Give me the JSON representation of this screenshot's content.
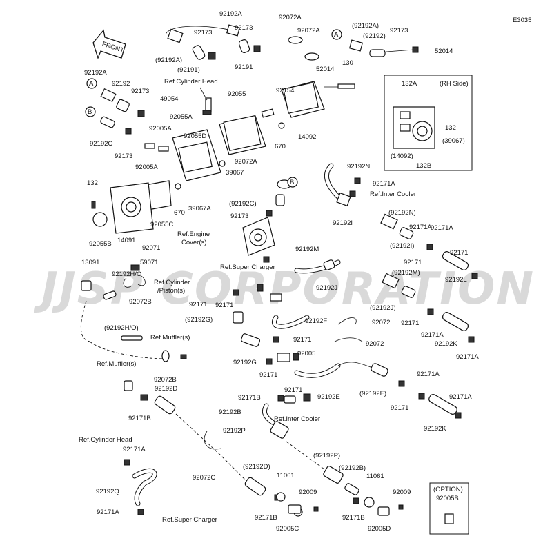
{
  "diagram_code": "E3035",
  "watermark": "JJSP CORPORATION",
  "front_label": "FRONT",
  "rh_side_box": {
    "title": "(RH Side)",
    "labels": [
      "132A",
      "132",
      "(39067)",
      "(14092)",
      "132B"
    ]
  },
  "option_box": {
    "title": "(OPTION)",
    "part": "92005B"
  },
  "callout_letters": [
    "A",
    "B"
  ],
  "refs": {
    "cyl_head_top": "Ref.Cylinder Head",
    "inter_cooler_1": "Ref.Inter Cooler",
    "engine_cover_1": "Ref.Engine",
    "engine_cover_2": "Cover(s)",
    "super_charger_1": "Ref.Super Charger",
    "cyl_piston_1": "Ref.Cylinder",
    "cyl_piston_2": "/Piston(s)",
    "muffler_1": "Ref.Muffler(s)",
    "muffler_2": "Ref.Muffler(s)",
    "inter_cooler_2": "Ref.Inter Cooler",
    "cyl_head_bottom": "Ref.Cylinder Head",
    "super_charger_2": "Ref.Super Charger"
  },
  "part_labels": [
    "92192A",
    "(92192A)",
    "92173",
    "(92191)",
    "92191",
    "92173",
    "92072A",
    "92072A",
    "(92192A)",
    "(92192)",
    "92173",
    "52014",
    "52014",
    "130",
    "92192A",
    "92192",
    "92173",
    "49054",
    "92055",
    "92154",
    "92055A",
    "92192C",
    "92173",
    "92005A",
    "92005A",
    "92055D",
    "670",
    "14092",
    "132",
    "14091",
    "670",
    "39067A",
    "92055C",
    "92055B",
    "92072A",
    "39067",
    "(92192C)",
    "92173",
    "92192N",
    "92171A",
    "92192I",
    "(92192N)",
    "92171A",
    "(92192I)",
    "92171",
    "92171A",
    "92192L",
    "92171",
    "92192M",
    "(92192M)",
    "13091",
    "92192H/O",
    "59071",
    "92071",
    "92072B",
    "92171",
    "92192J",
    "(92192J)",
    "92171",
    "92171A",
    "92171",
    "(92192G)",
    "92192F",
    "92072",
    "92072",
    "92171",
    "92192K",
    "92171A",
    "(92192H/O)",
    "92192G",
    "92005",
    "92171",
    "92072B",
    "92171",
    "92192E",
    "(92192E)",
    "92171A",
    "92171",
    "92171A",
    "92192D",
    "92171B",
    "92171B",
    "92192B",
    "92192P",
    "92192K",
    "92072C",
    "(92192P)",
    "92171A",
    "92192Q",
    "(92192D)",
    "11061",
    "(92192B)",
    "11061",
    "92009",
    "92009",
    "92171A",
    "92171B",
    "92005C",
    "92171B",
    "92005D"
  ]
}
